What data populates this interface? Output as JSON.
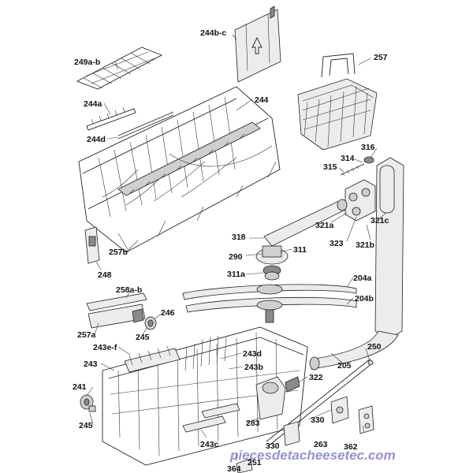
{
  "parts": {
    "p249ab": "249a-b",
    "p244bc": "244b-c",
    "p257_top": "257",
    "p244a": "244a",
    "p244": "244",
    "p244d": "244d",
    "p316": "316",
    "p314": "314",
    "p315": "315",
    "p321a": "321a",
    "p321c": "321c",
    "p318": "318",
    "p323": "323",
    "p290": "290",
    "p311": "311",
    "p321b": "321b",
    "p257b": "257b",
    "p248": "248",
    "p311a": "311a",
    "p204a": "204a",
    "p204b": "204b",
    "p258ab": "258a-b",
    "p246": "246",
    "p257a": "257a",
    "p245_top": "245",
    "p243ef": "243e-f",
    "p243d": "243d",
    "p243b": "243b",
    "p243": "243",
    "p250": "250",
    "p205": "205",
    "p322": "322",
    "p241": "241",
    "p245_bot": "245",
    "p283": "283",
    "p330_a": "330",
    "p330_b": "330",
    "p243c": "243c",
    "p263": "263",
    "p362": "362",
    "p251": "251",
    "p364": "364"
  },
  "watermark": "piecesdetacheesetec.com"
}
